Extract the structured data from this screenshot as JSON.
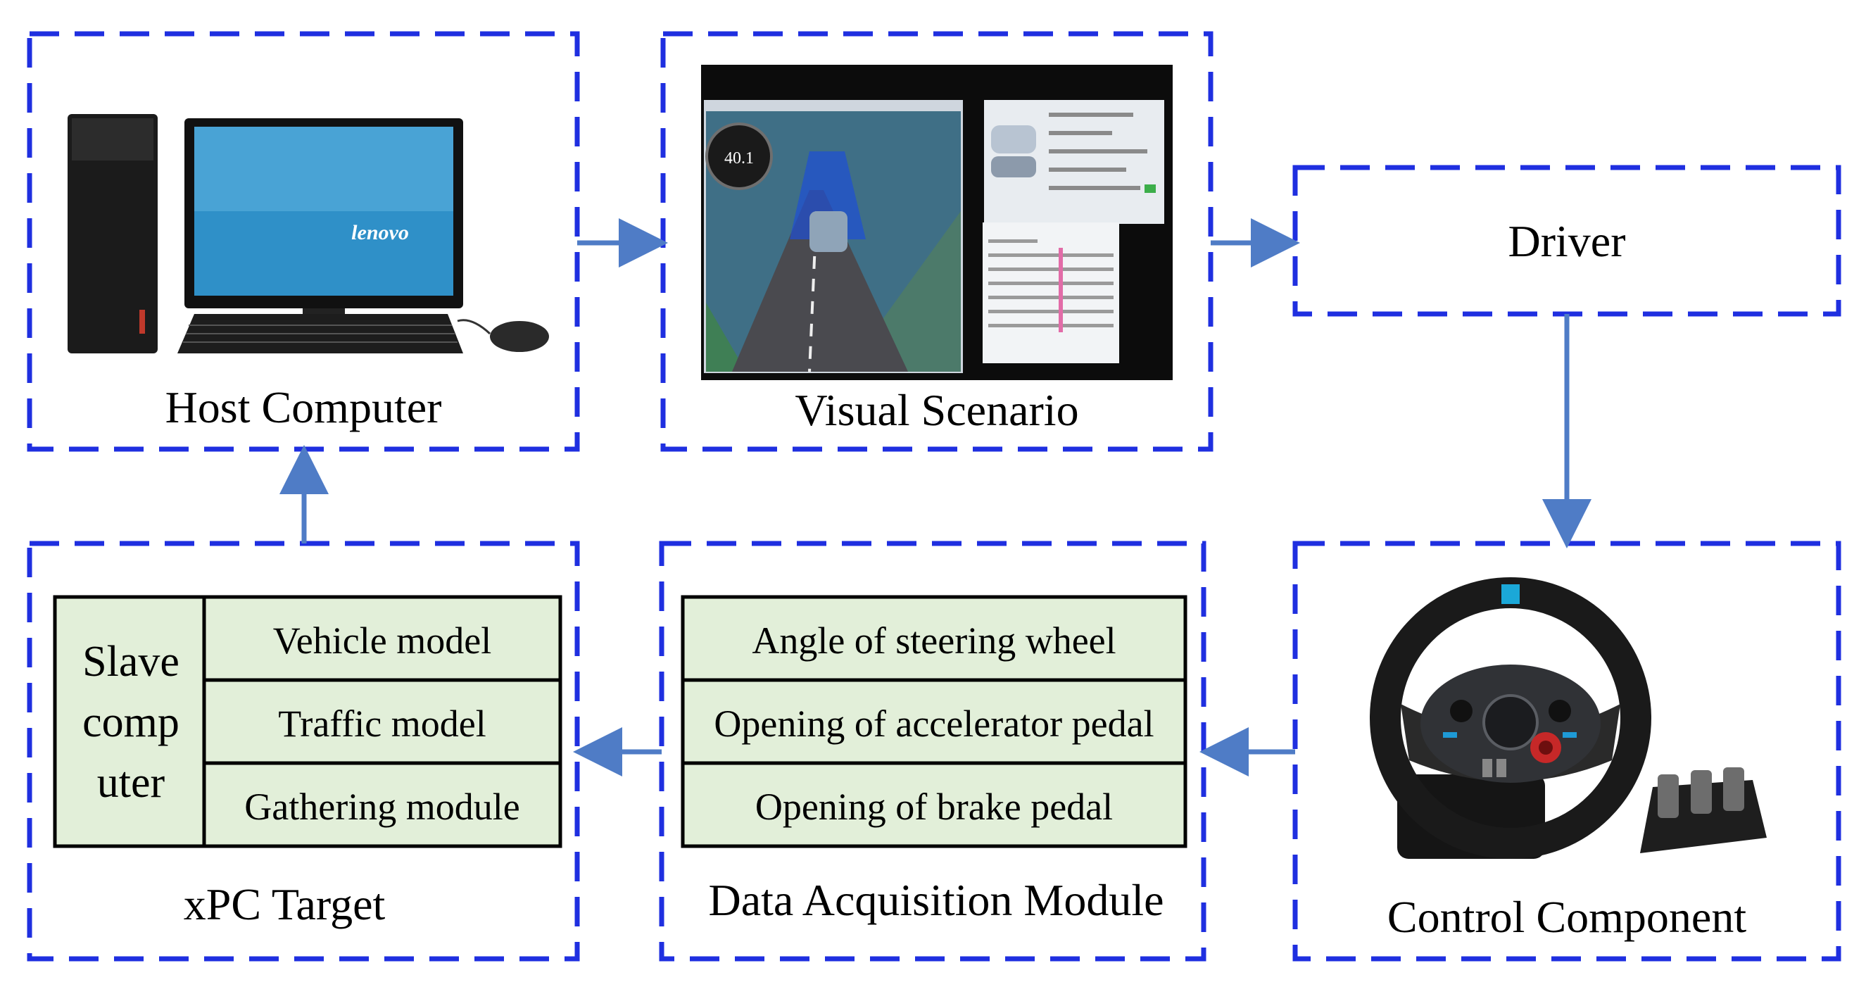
{
  "colors": {
    "dash_border": "#1f2fe0",
    "arrow": "#4f7cc6",
    "table_fill": "#e2efd9",
    "table_border": "#000000"
  },
  "boxes": {
    "host_computer": "Host Computer",
    "visual_scenario": "Visual Scenario",
    "driver": "Driver",
    "control_component": "Control Component",
    "data_acquisition": "Data Acquisition Module",
    "xpc_target": "xPC Target"
  },
  "xpc_table": {
    "slave_lines": [
      "Slave",
      "comp",
      "uter"
    ],
    "rows": [
      "Vehicle model",
      "Traffic model",
      "Gathering module"
    ]
  },
  "daq_table": {
    "rows": [
      "Angle of steering wheel",
      "Opening of accelerator pedal",
      "Opening of brake pedal"
    ]
  },
  "images": {
    "monitor_brand": "lenovo",
    "speedometer": "40.1"
  }
}
